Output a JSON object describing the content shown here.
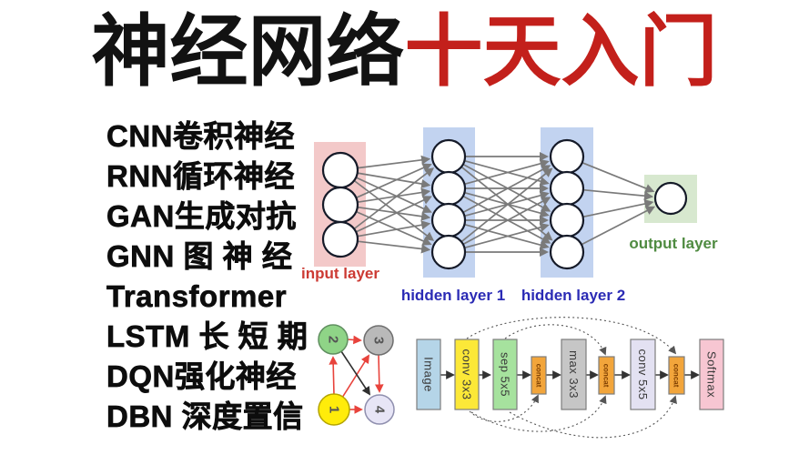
{
  "title": {
    "text_black": "神经网络",
    "text_red": "十天入门",
    "red_color": "#c3201b"
  },
  "topics": [
    "CNN卷积神经",
    "RNN循环神经",
    "GAN生成对抗",
    "GNN 图 神 经",
    "Transformer",
    "LSTM 长 短 期",
    "DQN强化神经",
    "DBN 深度置信"
  ],
  "nn_diagram": {
    "layers": [
      3,
      4,
      4,
      1
    ],
    "labels": {
      "input": "input layer",
      "hidden1": "hidden layer 1",
      "hidden2": "hidden layer 2",
      "output": "output layer"
    },
    "colors": {
      "input_band": "#f3c9c9",
      "hidden_band": "#c2d3f0",
      "output_band": "#d7e8cf",
      "input_label": "#cc3a33",
      "hidden_label": "#2b2bb5",
      "output_label": "#4f8b41",
      "edge": "#7a7a7a"
    }
  },
  "graph_diagram": {
    "nodes": [
      {
        "label": "2",
        "fill": "#8fd487"
      },
      {
        "label": "3",
        "fill": "#b9b9b9"
      },
      {
        "label": "1",
        "fill": "#ffec0a"
      },
      {
        "label": "4",
        "fill": "#e7e5f6"
      }
    ],
    "edges": [
      "1→2",
      "2→3",
      "1→3",
      "1→4",
      "2→4",
      "3→4"
    ],
    "edge_colors": {
      "red": "#e8433c",
      "black": "#2f2f2f"
    }
  },
  "architecture": {
    "blocks": [
      {
        "label": "Image",
        "fill": "#b5d5e8"
      },
      {
        "label": "conv 3x3",
        "fill": "#fce838"
      },
      {
        "label": "sep 5x5",
        "fill": "#a6e29e"
      },
      {
        "label": "concat",
        "fill": "#f2a53b"
      },
      {
        "label": "max 3x3",
        "fill": "#c6c6c6"
      },
      {
        "label": "concat",
        "fill": "#f2a53b"
      },
      {
        "label": "conv 5x5",
        "fill": "#e3e1f2"
      },
      {
        "label": "concat",
        "fill": "#f2a53b"
      },
      {
        "label": "Softmax",
        "fill": "#f7c6d2"
      }
    ]
  }
}
